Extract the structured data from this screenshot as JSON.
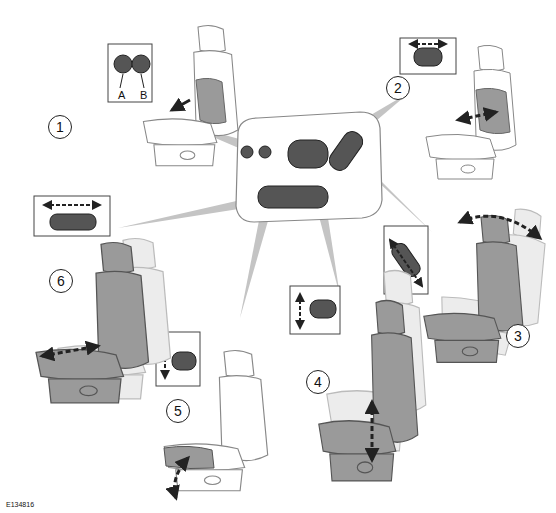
{
  "diagram": {
    "nodes": [
      {
        "text": [
          "1"
        ]
      },
      {
        "text": [
          "2"
        ]
      },
      {
        "text": [
          "3"
        ]
      },
      {
        "text": [
          "4"
        ]
      },
      {
        "text": [
          "5"
        ]
      },
      {
        "text": [
          "6"
        ]
      }
    ],
    "labels": [
      "A",
      "B",
      "E134816"
    ]
  }
}
